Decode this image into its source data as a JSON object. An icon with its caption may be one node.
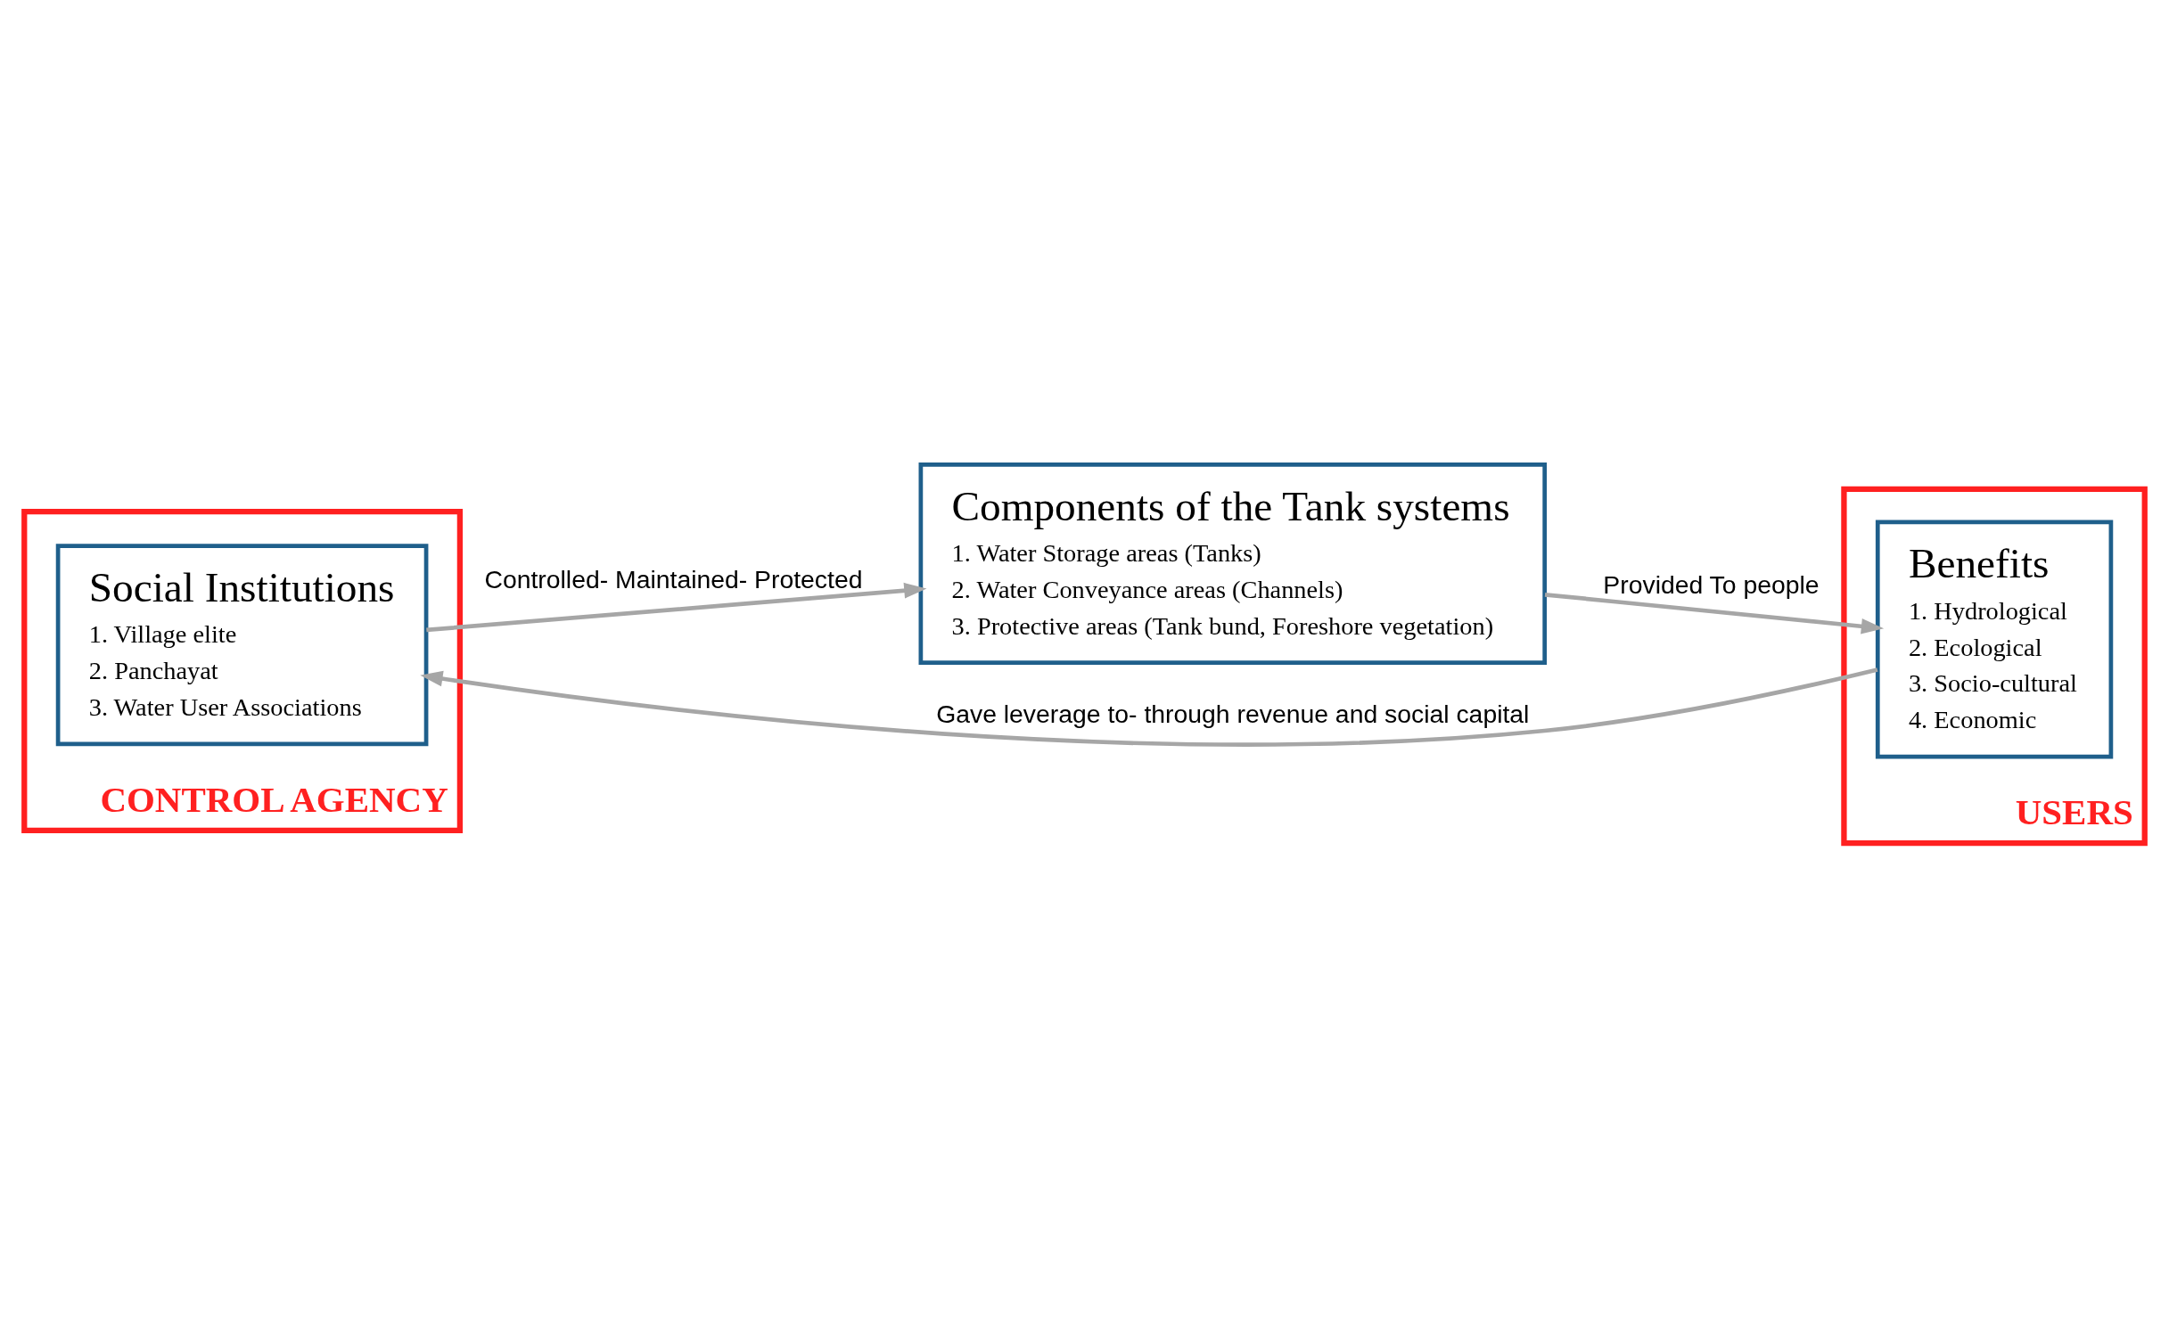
{
  "diagram": {
    "nodes": [
      {
        "text": [
          "CONTROL AGENCY"
        ]
      },
      {
        "text": [
          "Social Institutions",
          "1. Village elite",
          "2. Panchayat",
          "3. Water User Associations"
        ],
        "in": 0
      },
      {
        "text": [
          "Components of the Tank systems",
          "1. Water Storage areas (Tanks)",
          "2. Water Conveyance areas (Channels)",
          "3. Protective areas (Tank bund, Foreshore vegetation)"
        ]
      },
      {
        "text": [
          "USERS"
        ]
      },
      {
        "text": [
          "Benefits",
          "1. Hydrological",
          "2. Ecological",
          "3. Socio-cultural",
          "4. Economic"
        ],
        "in": 3
      }
    ],
    "edges": [
      {
        "from": 1,
        "to": 2,
        "arrow": "to",
        "label": "Controlled- Maintained- Protected"
      },
      {
        "from": 2,
        "to": 4,
        "arrow": "to",
        "label": "Provided To people"
      },
      {
        "from": 4,
        "to": 1,
        "arrow": "to",
        "label": "Gave leverage to- through revenue and social capital"
      }
    ]
  }
}
